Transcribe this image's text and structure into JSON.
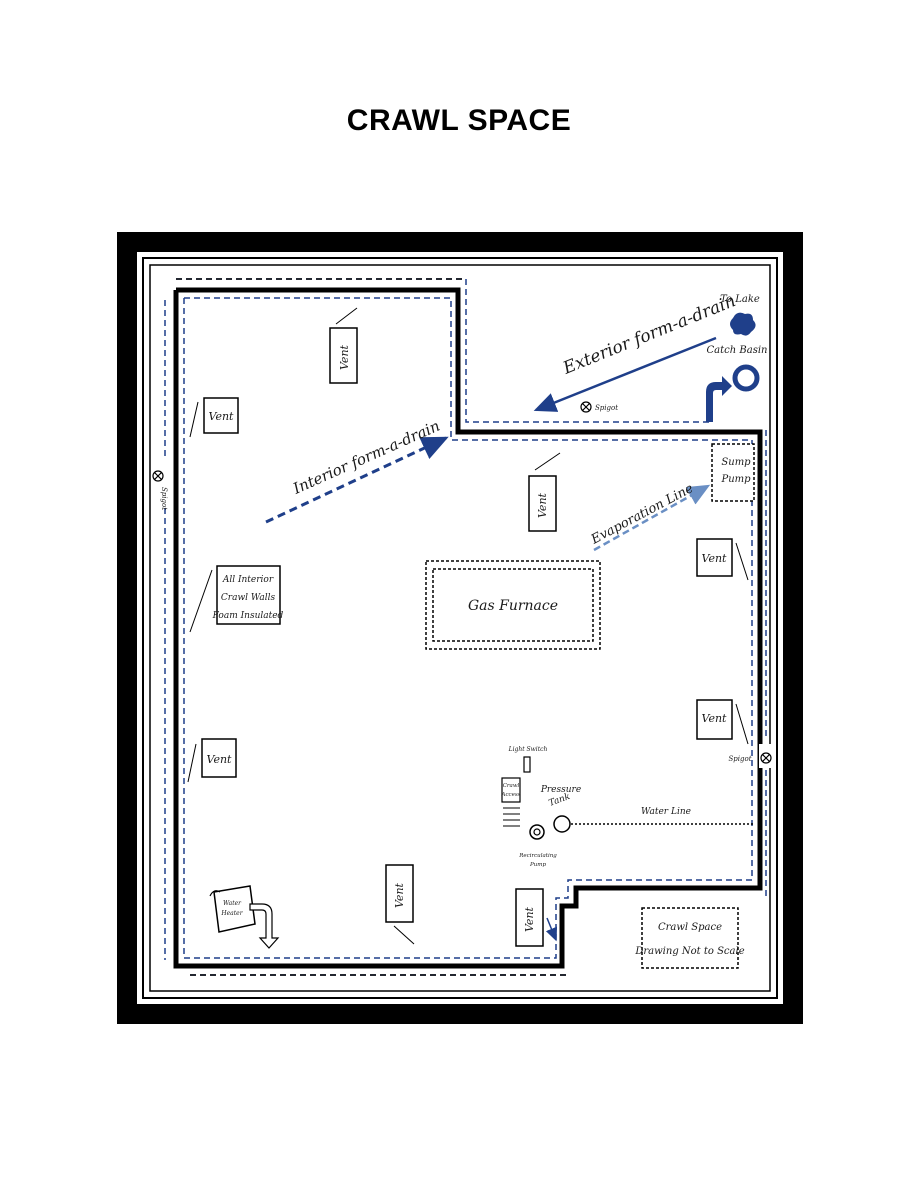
{
  "title": "CRAWL SPACE",
  "labels": {
    "to_lake": "To Lake",
    "catch_basin": "Catch Basin",
    "exterior_drain": "Exterior form-a-drain",
    "interior_drain": "Interior form-a-drain",
    "spigot": "Spigot",
    "sump_pump_1": "Sump",
    "sump_pump_2": "Pump",
    "evaporation_line": "Evaporation Line",
    "vent": "Vent",
    "insulated_1": "All Interior",
    "insulated_2": "Crawl Walls",
    "insulated_3": "Foam Insulated",
    "gas_furnace": "Gas Furnace",
    "light_switch": "Light Switch",
    "crawl_access_1": "Crawl",
    "crawl_access_2": "Access",
    "pressure_tank_1": "Pressure",
    "pressure_tank_2": "Tank",
    "water_line": "Water Line",
    "recirc_pump_1": "Recirculating",
    "recirc_pump_2": "Pump",
    "water_heater_1": "Water",
    "water_heater_2": "Heater",
    "note_1": "Crawl Space",
    "note_2": "Drawing Not to Scale"
  },
  "colors": {
    "wall": "#000000",
    "drain": "#1f3f8a",
    "evaporation": "#6a8fc4"
  }
}
